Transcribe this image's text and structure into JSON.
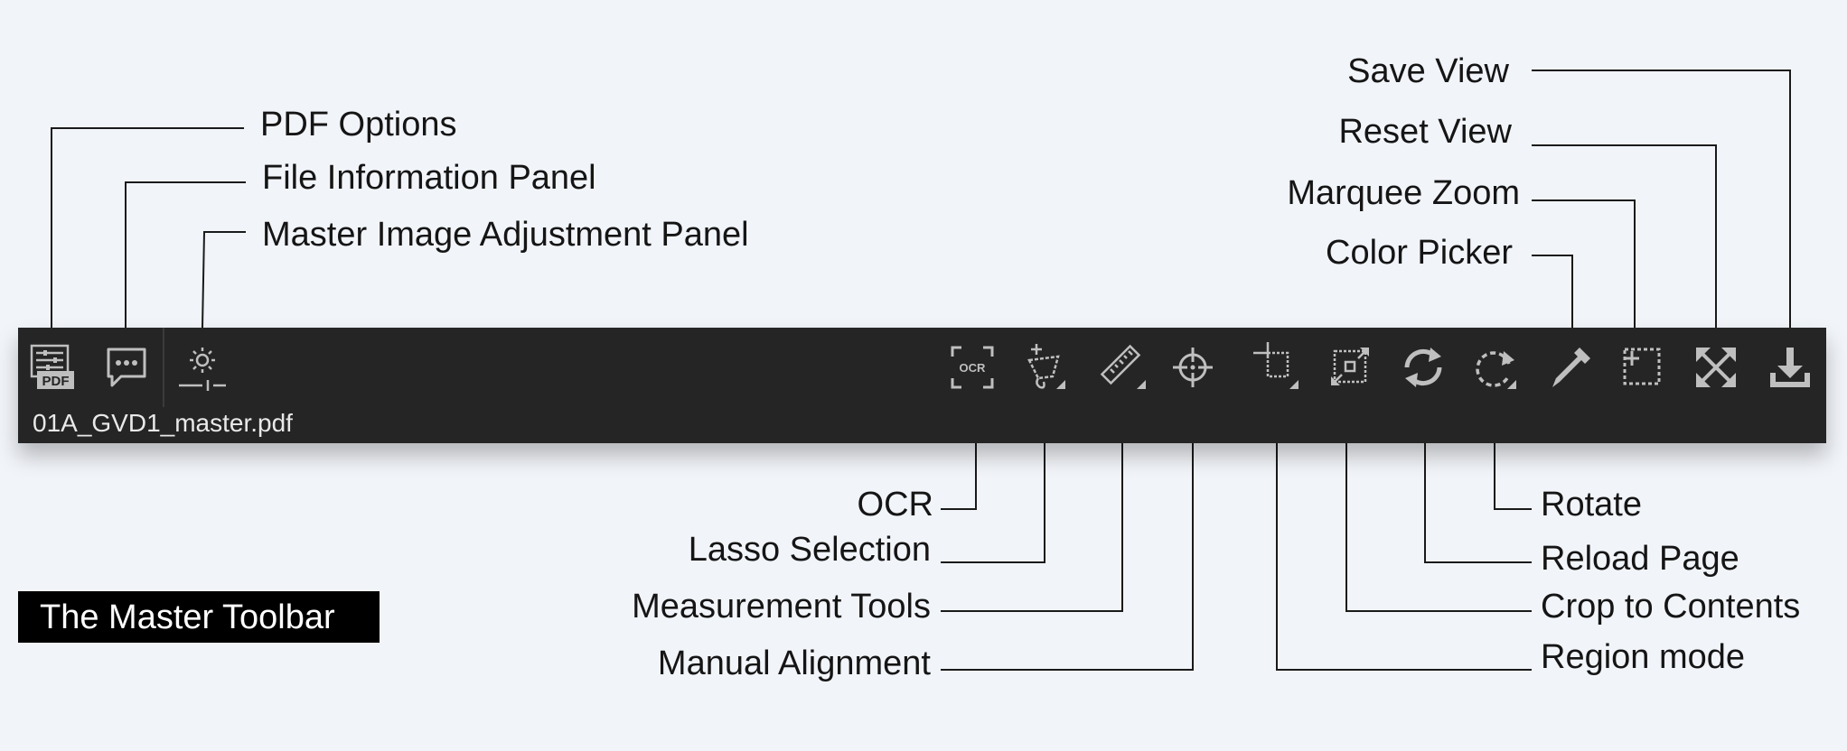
{
  "toolbar": {
    "filename": "01A_GVD1_master.pdf",
    "left_buttons": [
      {
        "icon": "pdf-options-icon"
      },
      {
        "icon": "file-info-icon"
      },
      {
        "icon": "image-adjustment-icon"
      }
    ],
    "right_buttons": [
      {
        "icon": "ocr-icon"
      },
      {
        "icon": "lasso-icon"
      },
      {
        "icon": "ruler-icon"
      },
      {
        "icon": "crosshair-icon"
      },
      {
        "icon": "region-crop-icon"
      },
      {
        "icon": "crop-to-contents-icon"
      },
      {
        "icon": "reload-icon"
      },
      {
        "icon": "rotate-icon"
      },
      {
        "icon": "eyedropper-icon"
      },
      {
        "icon": "marquee-zoom-icon"
      },
      {
        "icon": "reset-view-icon"
      },
      {
        "icon": "save-view-icon"
      }
    ]
  },
  "callouts": {
    "pdf_options": "PDF Options",
    "file_info": "File Information Panel",
    "master_adjust": "Master Image Adjustment Panel",
    "save_view": "Save View",
    "reset_view": "Reset View",
    "marquee_zoom": "Marquee Zoom",
    "color_picker": "Color Picker",
    "ocr": "OCR",
    "lasso": "Lasso Selection",
    "measurement": "Measurement Tools",
    "manual_alignment": "Manual Alignment",
    "rotate": "Rotate",
    "reload_page": "Reload Page",
    "crop_to_contents": "Crop to Contents",
    "region_mode": "Region mode"
  },
  "caption": "The Master Toolbar",
  "colors": {
    "background": "#f1f4f9",
    "toolbar": "#252525",
    "icon": "#bfbfbf",
    "caption_bg": "#000000",
    "caption_text": "#ffffff"
  }
}
